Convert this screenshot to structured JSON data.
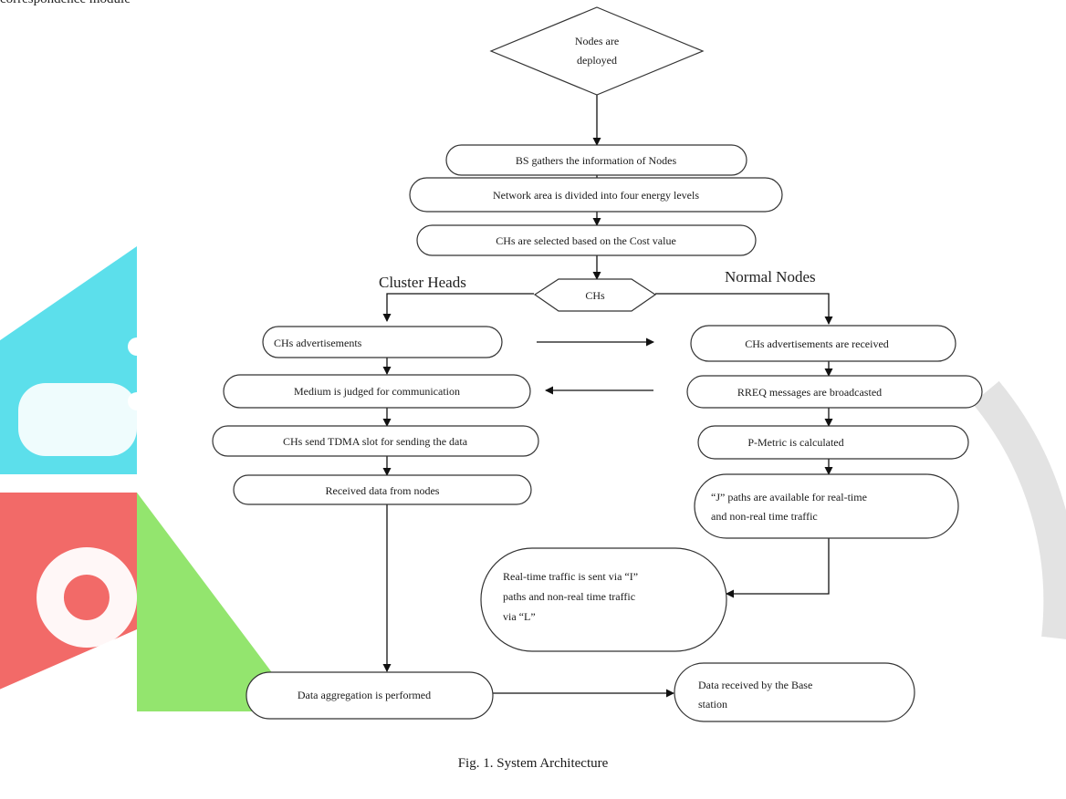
{
  "page": {
    "top_text": "correspondence module",
    "caption": "Fig. 1. System Architecture"
  },
  "headers": {
    "left": "Cluster Heads",
    "right": "Normal Nodes"
  },
  "nodes": {
    "deployed": [
      "Nodes are",
      "deployed"
    ],
    "bs_gathers": [
      "BS gathers the information of Nodes"
    ],
    "network_area": [
      "Network area  is divided into four energy  levels"
    ],
    "chs_selected": [
      "CHs are selected based on the Cost value"
    ],
    "chs_decision": [
      "CHs"
    ],
    "chs_advertisements": [
      "CHs advertisements"
    ],
    "medium_judged": [
      "Medium is judged for communication"
    ],
    "tdma_slot": [
      "CHs send TDMA slot for sending the data"
    ],
    "received_data": [
      "Received data  from nodes"
    ],
    "adv_received": [
      "CHs advertisements  are received"
    ],
    "rreq": [
      "RREQ messages are broadcasted"
    ],
    "pmetric": [
      "P-Metric is calculated"
    ],
    "j_paths": [
      "“J” paths are available for real-time",
      "and non-real  time traffic"
    ],
    "realtime_sent": [
      "Real-time traffic is sent via “I”",
      "paths and non-real  time traffic",
      "via “L”"
    ],
    "aggregation": [
      "Data aggregation  is performed"
    ],
    "base_station": [
      "Data received  by the Base",
      "station"
    ]
  },
  "colors": {
    "watermark_cyan": "#3fd9e8",
    "watermark_red": "#f0504d",
    "watermark_green": "#6fdc3e",
    "watermark_gray": "#dedede"
  }
}
